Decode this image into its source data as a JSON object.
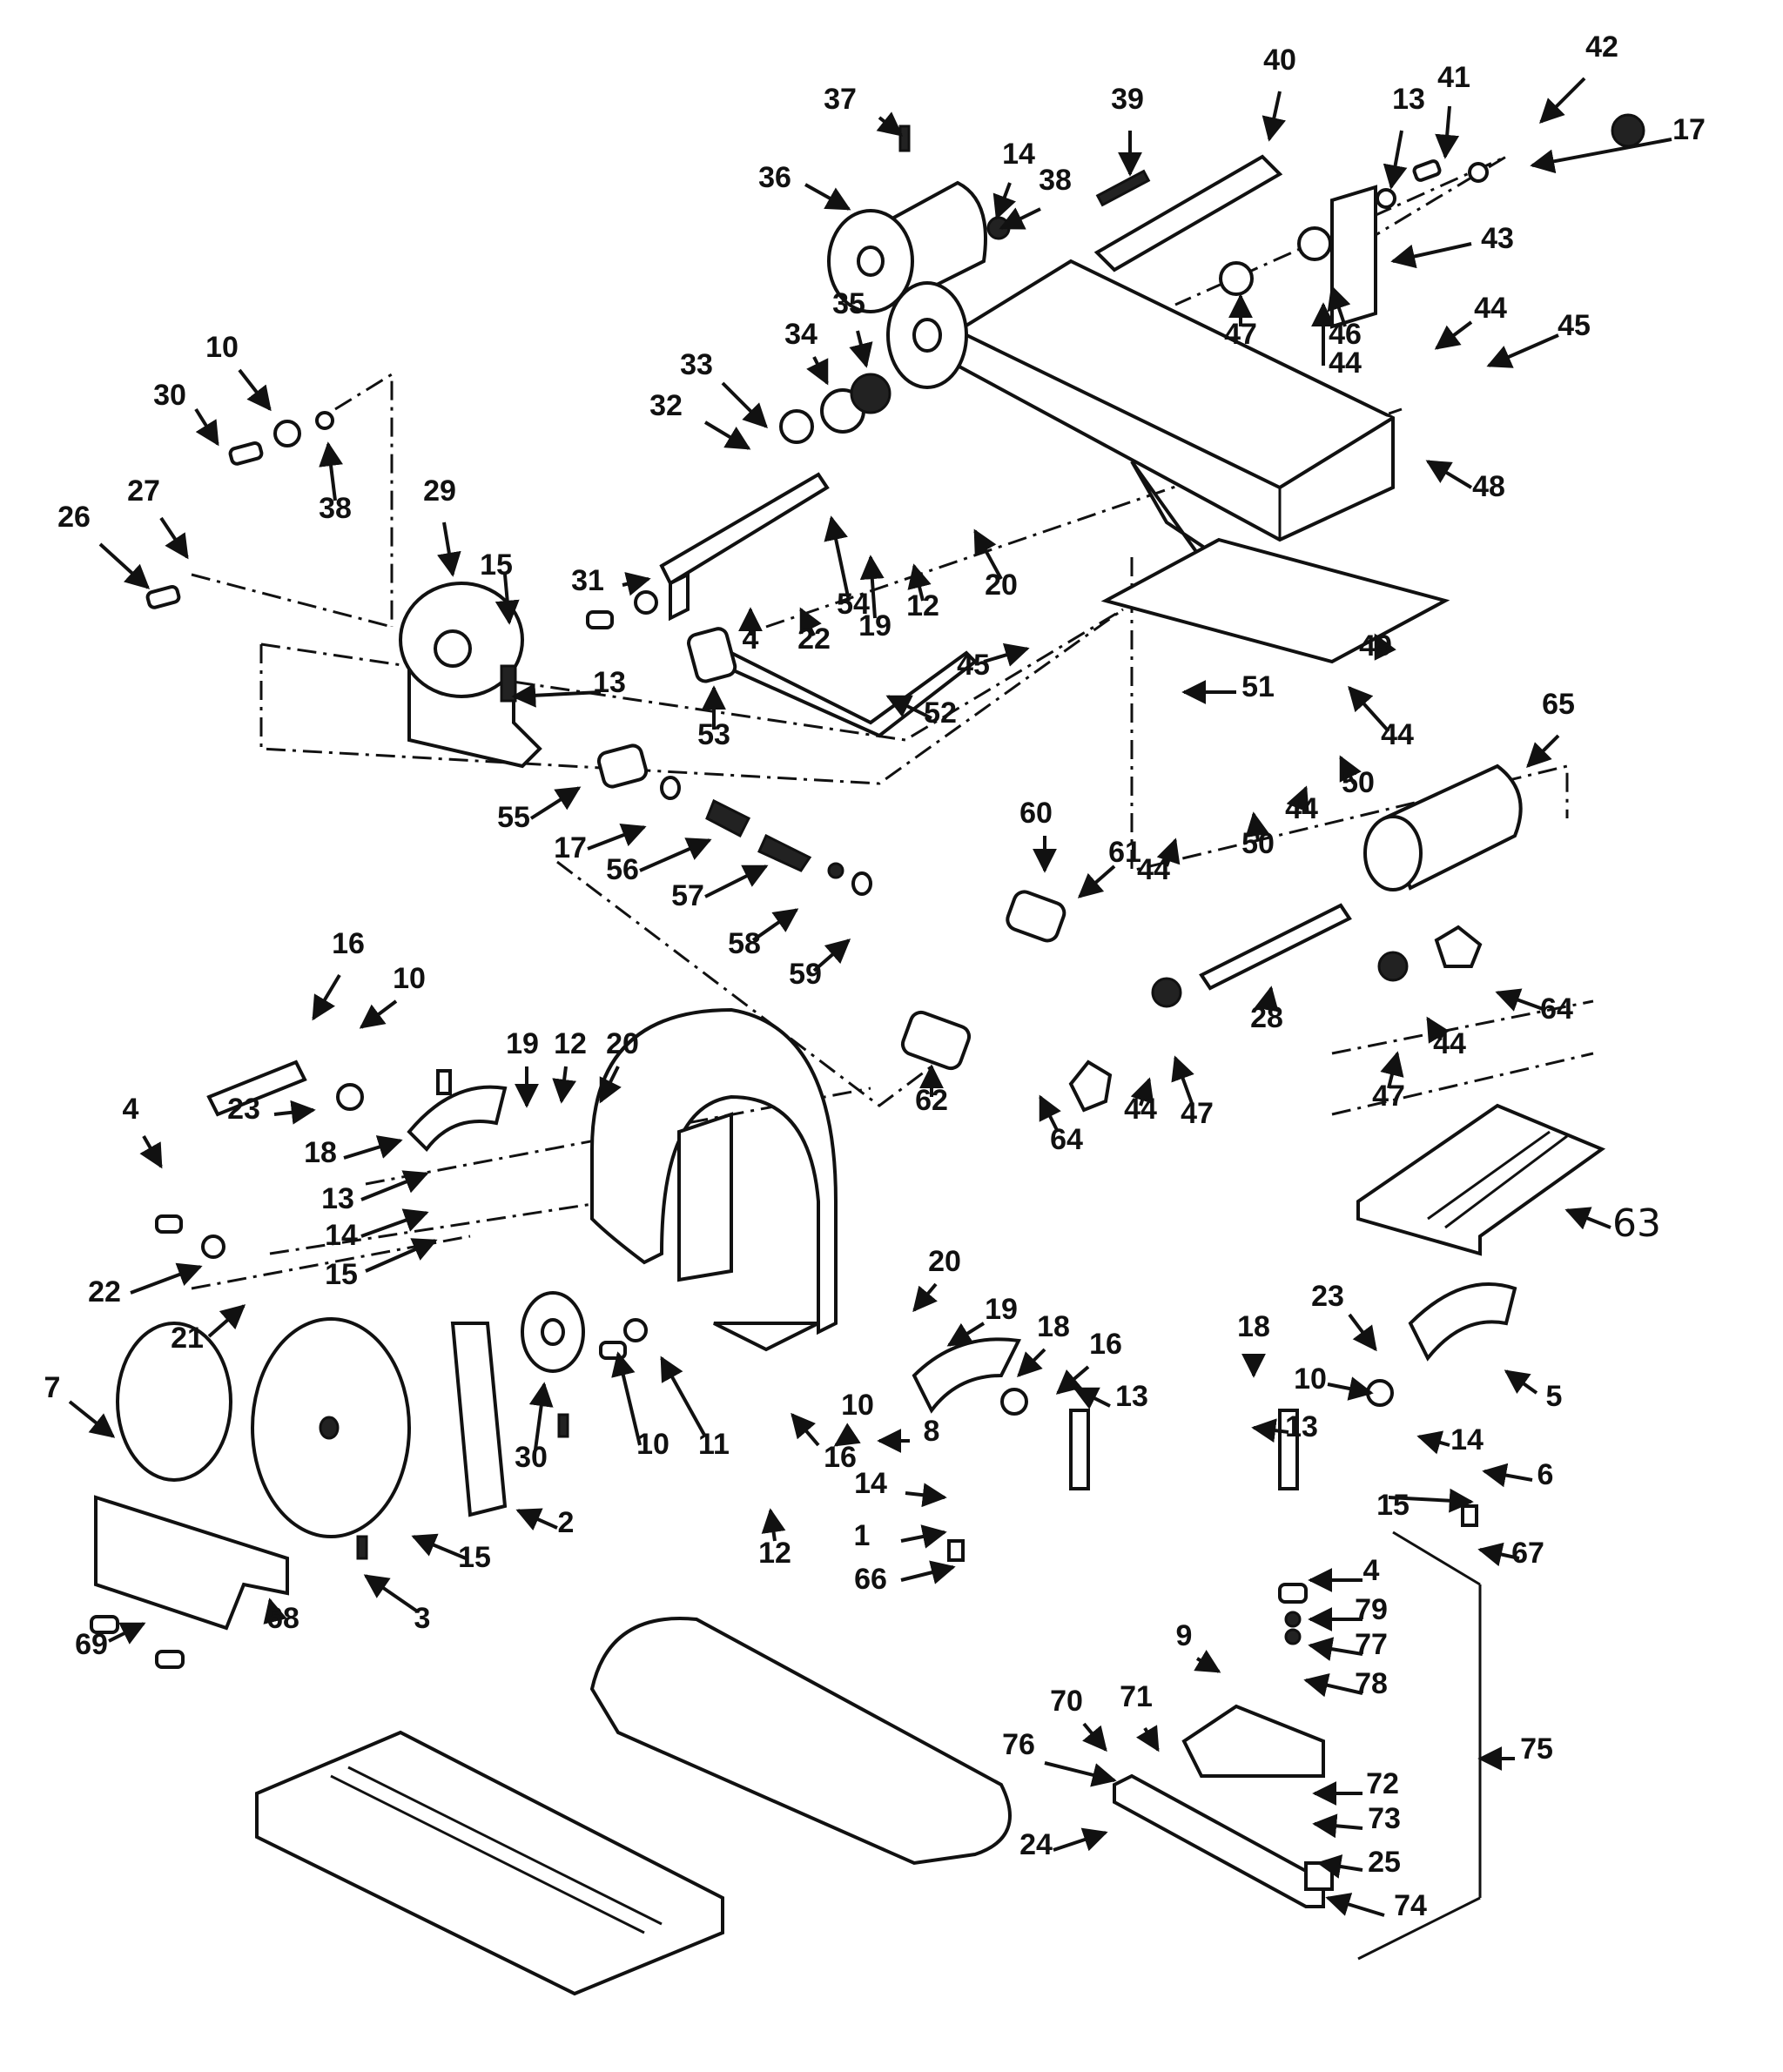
{
  "callouts": [
    {
      "id": "37"
    },
    {
      "id": "40"
    },
    {
      "id": "39"
    },
    {
      "id": "13"
    },
    {
      "id": "41"
    },
    {
      "id": "42"
    },
    {
      "id": "17"
    },
    {
      "id": "36"
    },
    {
      "id": "14"
    },
    {
      "id": "38"
    },
    {
      "id": "43"
    },
    {
      "id": "46"
    },
    {
      "id": "47"
    },
    {
      "id": "44"
    },
    {
      "id": "44"
    },
    {
      "id": "45"
    },
    {
      "id": "34"
    },
    {
      "id": "35"
    },
    {
      "id": "33"
    },
    {
      "id": "10"
    },
    {
      "id": "30"
    },
    {
      "id": "38"
    },
    {
      "id": "32"
    },
    {
      "id": "48"
    },
    {
      "id": "29"
    },
    {
      "id": "27"
    },
    {
      "id": "26"
    },
    {
      "id": "15"
    },
    {
      "id": "31"
    },
    {
      "id": "54"
    },
    {
      "id": "20"
    },
    {
      "id": "19"
    },
    {
      "id": "12"
    },
    {
      "id": "4"
    },
    {
      "id": "22"
    },
    {
      "id": "49"
    },
    {
      "id": "45"
    },
    {
      "id": "13"
    },
    {
      "id": "51"
    },
    {
      "id": "52"
    },
    {
      "id": "53"
    },
    {
      "id": "44"
    },
    {
      "id": "65"
    },
    {
      "id": "50"
    },
    {
      "id": "55"
    },
    {
      "id": "17"
    },
    {
      "id": "44"
    },
    {
      "id": "50"
    },
    {
      "id": "44"
    },
    {
      "id": "56"
    },
    {
      "id": "57"
    },
    {
      "id": "60"
    },
    {
      "id": "61"
    },
    {
      "id": "58"
    },
    {
      "id": "59"
    },
    {
      "id": "16"
    },
    {
      "id": "10"
    },
    {
      "id": "64"
    },
    {
      "id": "28"
    },
    {
      "id": "44"
    },
    {
      "id": "19"
    },
    {
      "id": "12"
    },
    {
      "id": "20"
    },
    {
      "id": "23"
    },
    {
      "id": "62"
    },
    {
      "id": "64"
    },
    {
      "id": "44"
    },
    {
      "id": "47"
    },
    {
      "id": "47"
    },
    {
      "id": "4"
    },
    {
      "id": "18"
    },
    {
      "id": "13"
    },
    {
      "id": "14"
    },
    {
      "id": "15"
    },
    {
      "id": "22"
    },
    {
      "id": "21"
    },
    {
      "id": "63"
    },
    {
      "id": "20"
    },
    {
      "id": "23"
    },
    {
      "id": "19"
    },
    {
      "id": "18"
    },
    {
      "id": "10"
    },
    {
      "id": "16"
    },
    {
      "id": "18"
    },
    {
      "id": "5"
    },
    {
      "id": "7"
    },
    {
      "id": "30"
    },
    {
      "id": "10"
    },
    {
      "id": "11"
    },
    {
      "id": "12"
    },
    {
      "id": "16"
    },
    {
      "id": "10"
    },
    {
      "id": "13"
    },
    {
      "id": "8"
    },
    {
      "id": "13"
    },
    {
      "id": "14"
    },
    {
      "id": "14"
    },
    {
      "id": "15"
    },
    {
      "id": "1"
    },
    {
      "id": "6"
    },
    {
      "id": "15"
    },
    {
      "id": "2"
    },
    {
      "id": "66"
    },
    {
      "id": "67"
    },
    {
      "id": "3"
    },
    {
      "id": "4"
    },
    {
      "id": "79"
    },
    {
      "id": "68"
    },
    {
      "id": "69"
    },
    {
      "id": "9"
    },
    {
      "id": "77"
    },
    {
      "id": "78"
    },
    {
      "id": "75"
    },
    {
      "id": "70"
    },
    {
      "id": "71"
    },
    {
      "id": "76"
    },
    {
      "id": "72"
    },
    {
      "id": "73"
    },
    {
      "id": "24"
    },
    {
      "id": "25"
    },
    {
      "id": "74"
    }
  ]
}
